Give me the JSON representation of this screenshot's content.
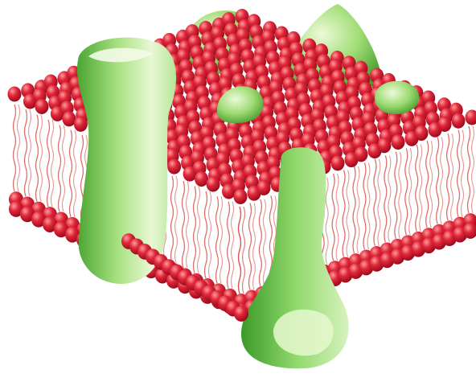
{
  "diagram": {
    "labels_visible": false
  },
  "colors": {
    "background": "#ffffff",
    "head_dark": "#b10f22",
    "head_mid": "#e0273b",
    "head_light": "#ff8a8a",
    "tail": "#d9534f",
    "protein_dark": "#3f9c2c",
    "protein_mid": "#8fd86a",
    "protein_light": "#e6f8cf"
  },
  "components": [
    {
      "name": "phospholipid-head",
      "icon": "red-sphere"
    },
    {
      "name": "fatty-acid-tail",
      "icon": "wavy-line"
    },
    {
      "name": "integral-protein",
      "icon": "green-pillar"
    },
    {
      "name": "peripheral-protein",
      "icon": "green-dome"
    },
    {
      "name": "channel-protein",
      "icon": "green-cone"
    }
  ]
}
